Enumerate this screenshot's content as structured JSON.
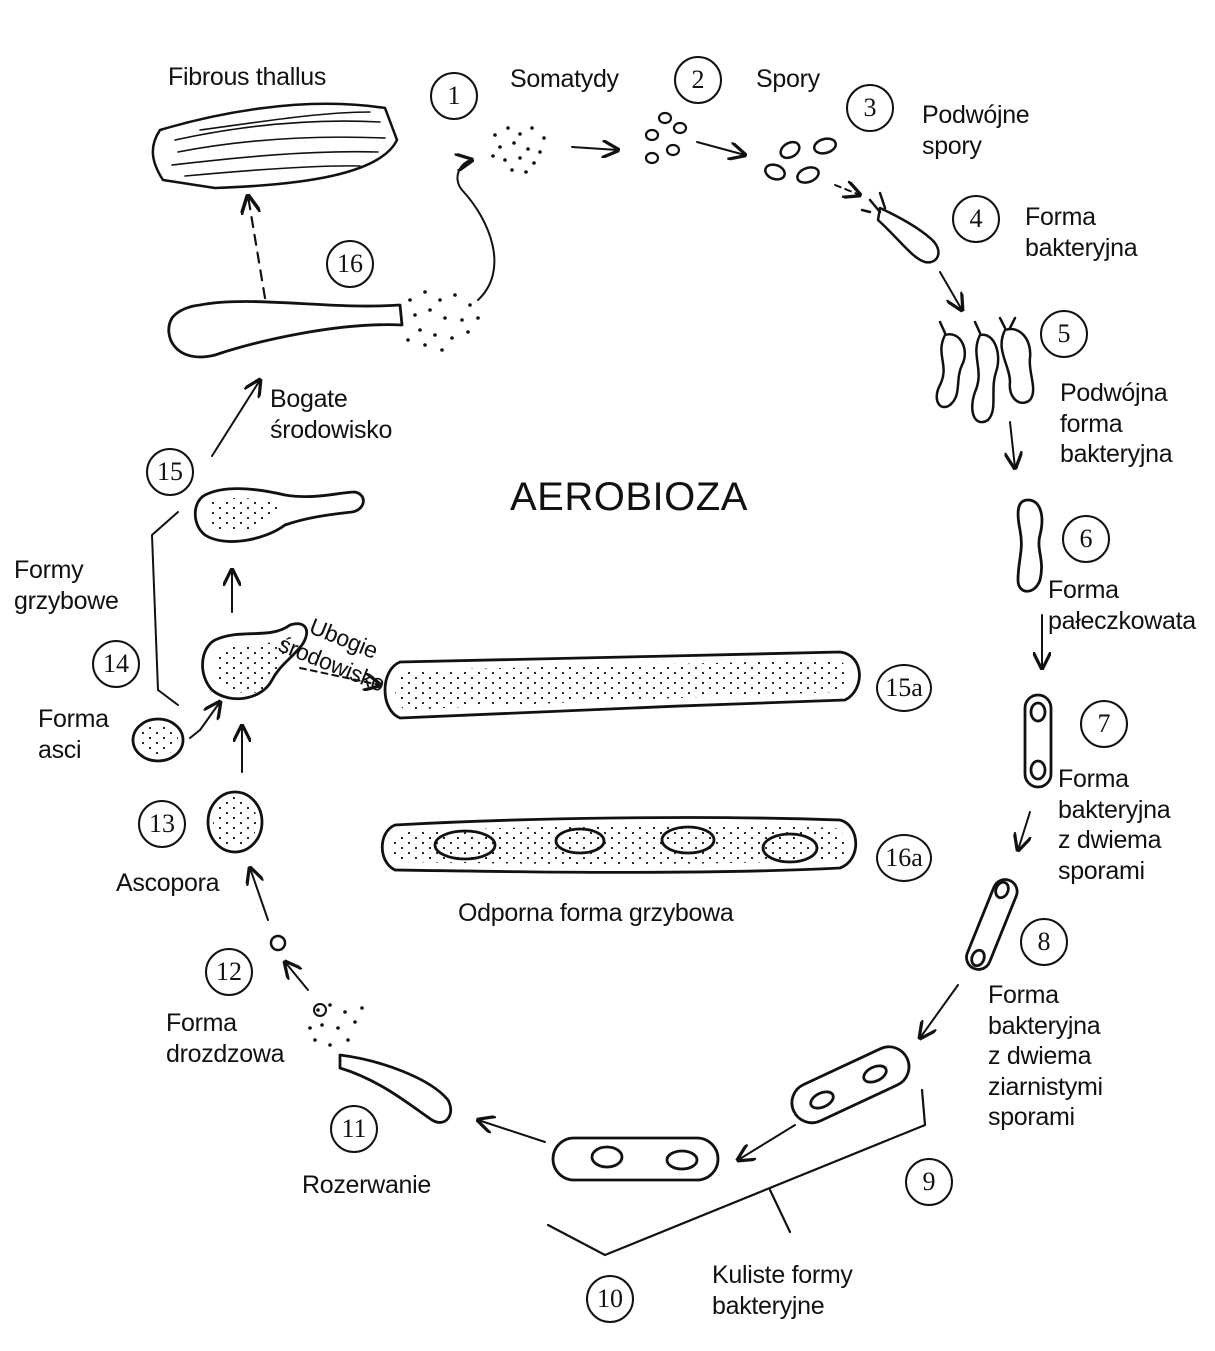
{
  "title": "AEROBIOZA",
  "stages": {
    "s1": {
      "num": "1",
      "label": [
        "Somatydy"
      ]
    },
    "s2": {
      "num": "2",
      "label": [
        "Spory"
      ]
    },
    "s3": {
      "num": "3",
      "label": [
        "Podwójne",
        "spory"
      ]
    },
    "s4": {
      "num": "4",
      "label": [
        "Forma",
        "bakteryjna"
      ]
    },
    "s5": {
      "num": "5",
      "label": [
        "Podwójna",
        "forma",
        "bakteryjna"
      ]
    },
    "s6": {
      "num": "6",
      "label": [
        "Forma",
        "pałeczkowata"
      ]
    },
    "s7": {
      "num": "7",
      "label": [
        "Forma",
        "bakteryjna",
        "z dwiema",
        "sporami"
      ]
    },
    "s8": {
      "num": "8",
      "label": [
        "Forma",
        "bakteryjna",
        "z dwiema",
        "ziarnistymi",
        "sporami"
      ]
    },
    "s9": {
      "num": "9"
    },
    "s10": {
      "num": "10",
      "label": [
        "Kuliste formy",
        "bakteryjne"
      ]
    },
    "s11": {
      "num": "11",
      "label": [
        "Rozerwanie"
      ]
    },
    "s12": {
      "num": "12",
      "label": [
        "Forma",
        "drozdzowa"
      ]
    },
    "s13": {
      "num": "13",
      "label": [
        "Ascopora"
      ]
    },
    "s14": {
      "num": "14",
      "label": [
        "Forma",
        "asci"
      ]
    },
    "s15": {
      "num": "15",
      "label": [
        "Formy",
        "grzybowe"
      ]
    },
    "s16": {
      "num": "16"
    },
    "s15a": {
      "num": "15a"
    },
    "s16a": {
      "num": "16a",
      "label": [
        "Odporna forma grzybowa"
      ]
    }
  },
  "annotations": {
    "fibrous": "Fibrous thallus",
    "rich": [
      "Bogate",
      "środowisko"
    ],
    "poor": [
      "Ubogie",
      "środowisko"
    ]
  }
}
